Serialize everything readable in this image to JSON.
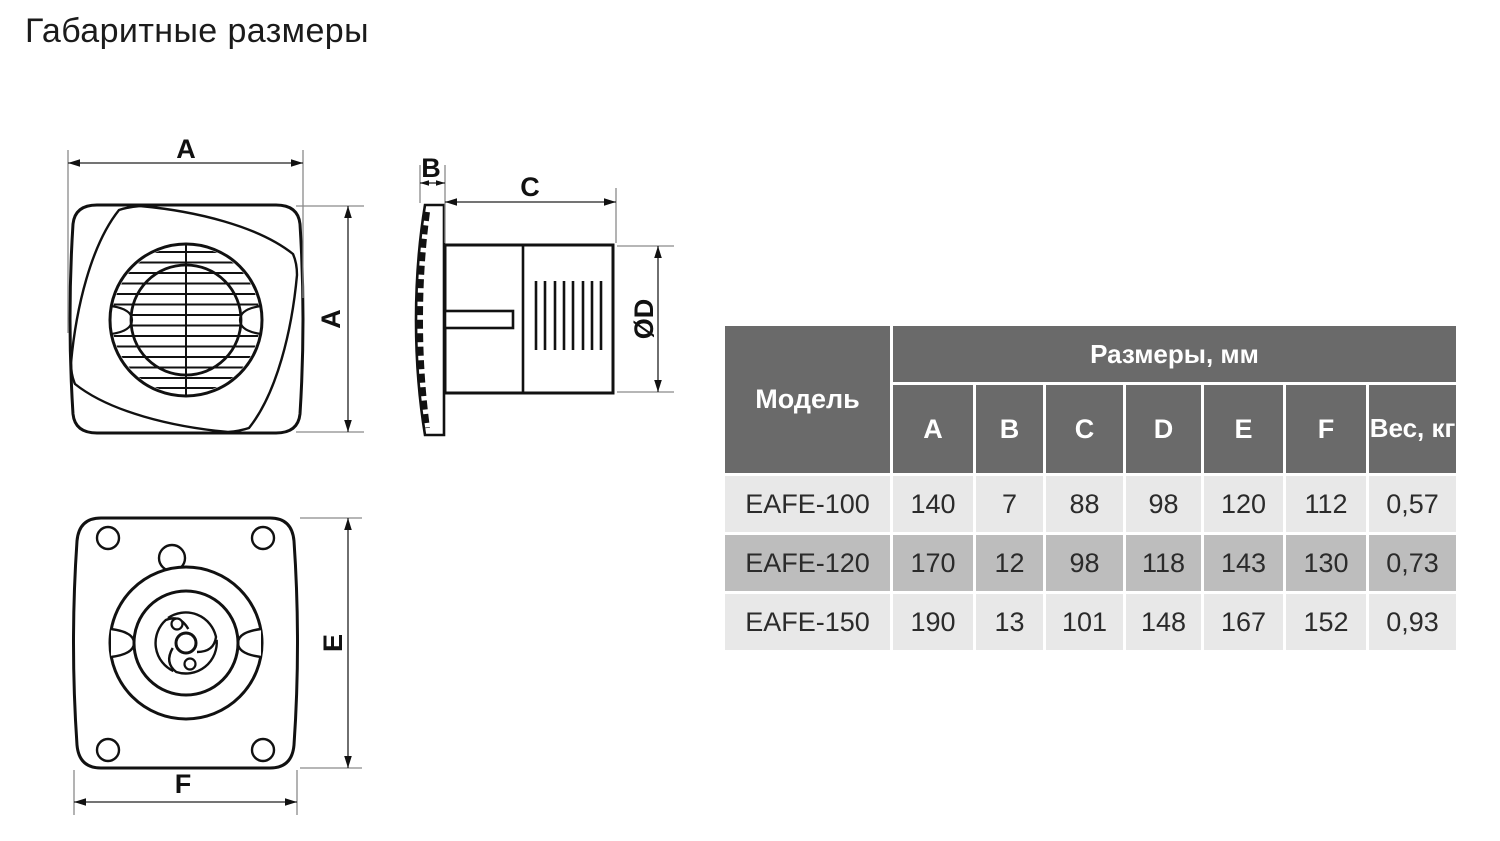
{
  "page": {
    "title": "Габаритные размеры",
    "background": "#ffffff"
  },
  "drawings": {
    "front_view": {
      "width_dim": "A",
      "height_dim": "A"
    },
    "side_view": {
      "flange_dim": "B",
      "depth_dim": "C",
      "diameter_dim": "ØD"
    },
    "rear_view": {
      "height_dim": "E",
      "width_dim": "F"
    }
  },
  "table": {
    "header": {
      "model": "Модель",
      "dimensions_group": "Размеры, мм",
      "columns": [
        "A",
        "B",
        "C",
        "D",
        "E",
        "F"
      ],
      "weight_label": "Вес, кг"
    },
    "rows": [
      {
        "model": "EAFE-100",
        "values": [
          "140",
          "7",
          "88",
          "98",
          "120",
          "112",
          "0,57"
        ]
      },
      {
        "model": "EAFE-120",
        "values": [
          "170",
          "12",
          "98",
          "118",
          "143",
          "130",
          "0,73"
        ]
      },
      {
        "model": "EAFE-150",
        "values": [
          "190",
          "13",
          "101",
          "148",
          "167",
          "152",
          "0,93"
        ]
      }
    ],
    "colors": {
      "header_bg": "#6a6a6a",
      "row_light": "#e8e8e8",
      "row_dark": "#bdbdbd",
      "grid": "#ffffff",
      "header_text": "#ffffff",
      "cell_text": "#2b2b2b",
      "line_color": "#111111"
    }
  }
}
